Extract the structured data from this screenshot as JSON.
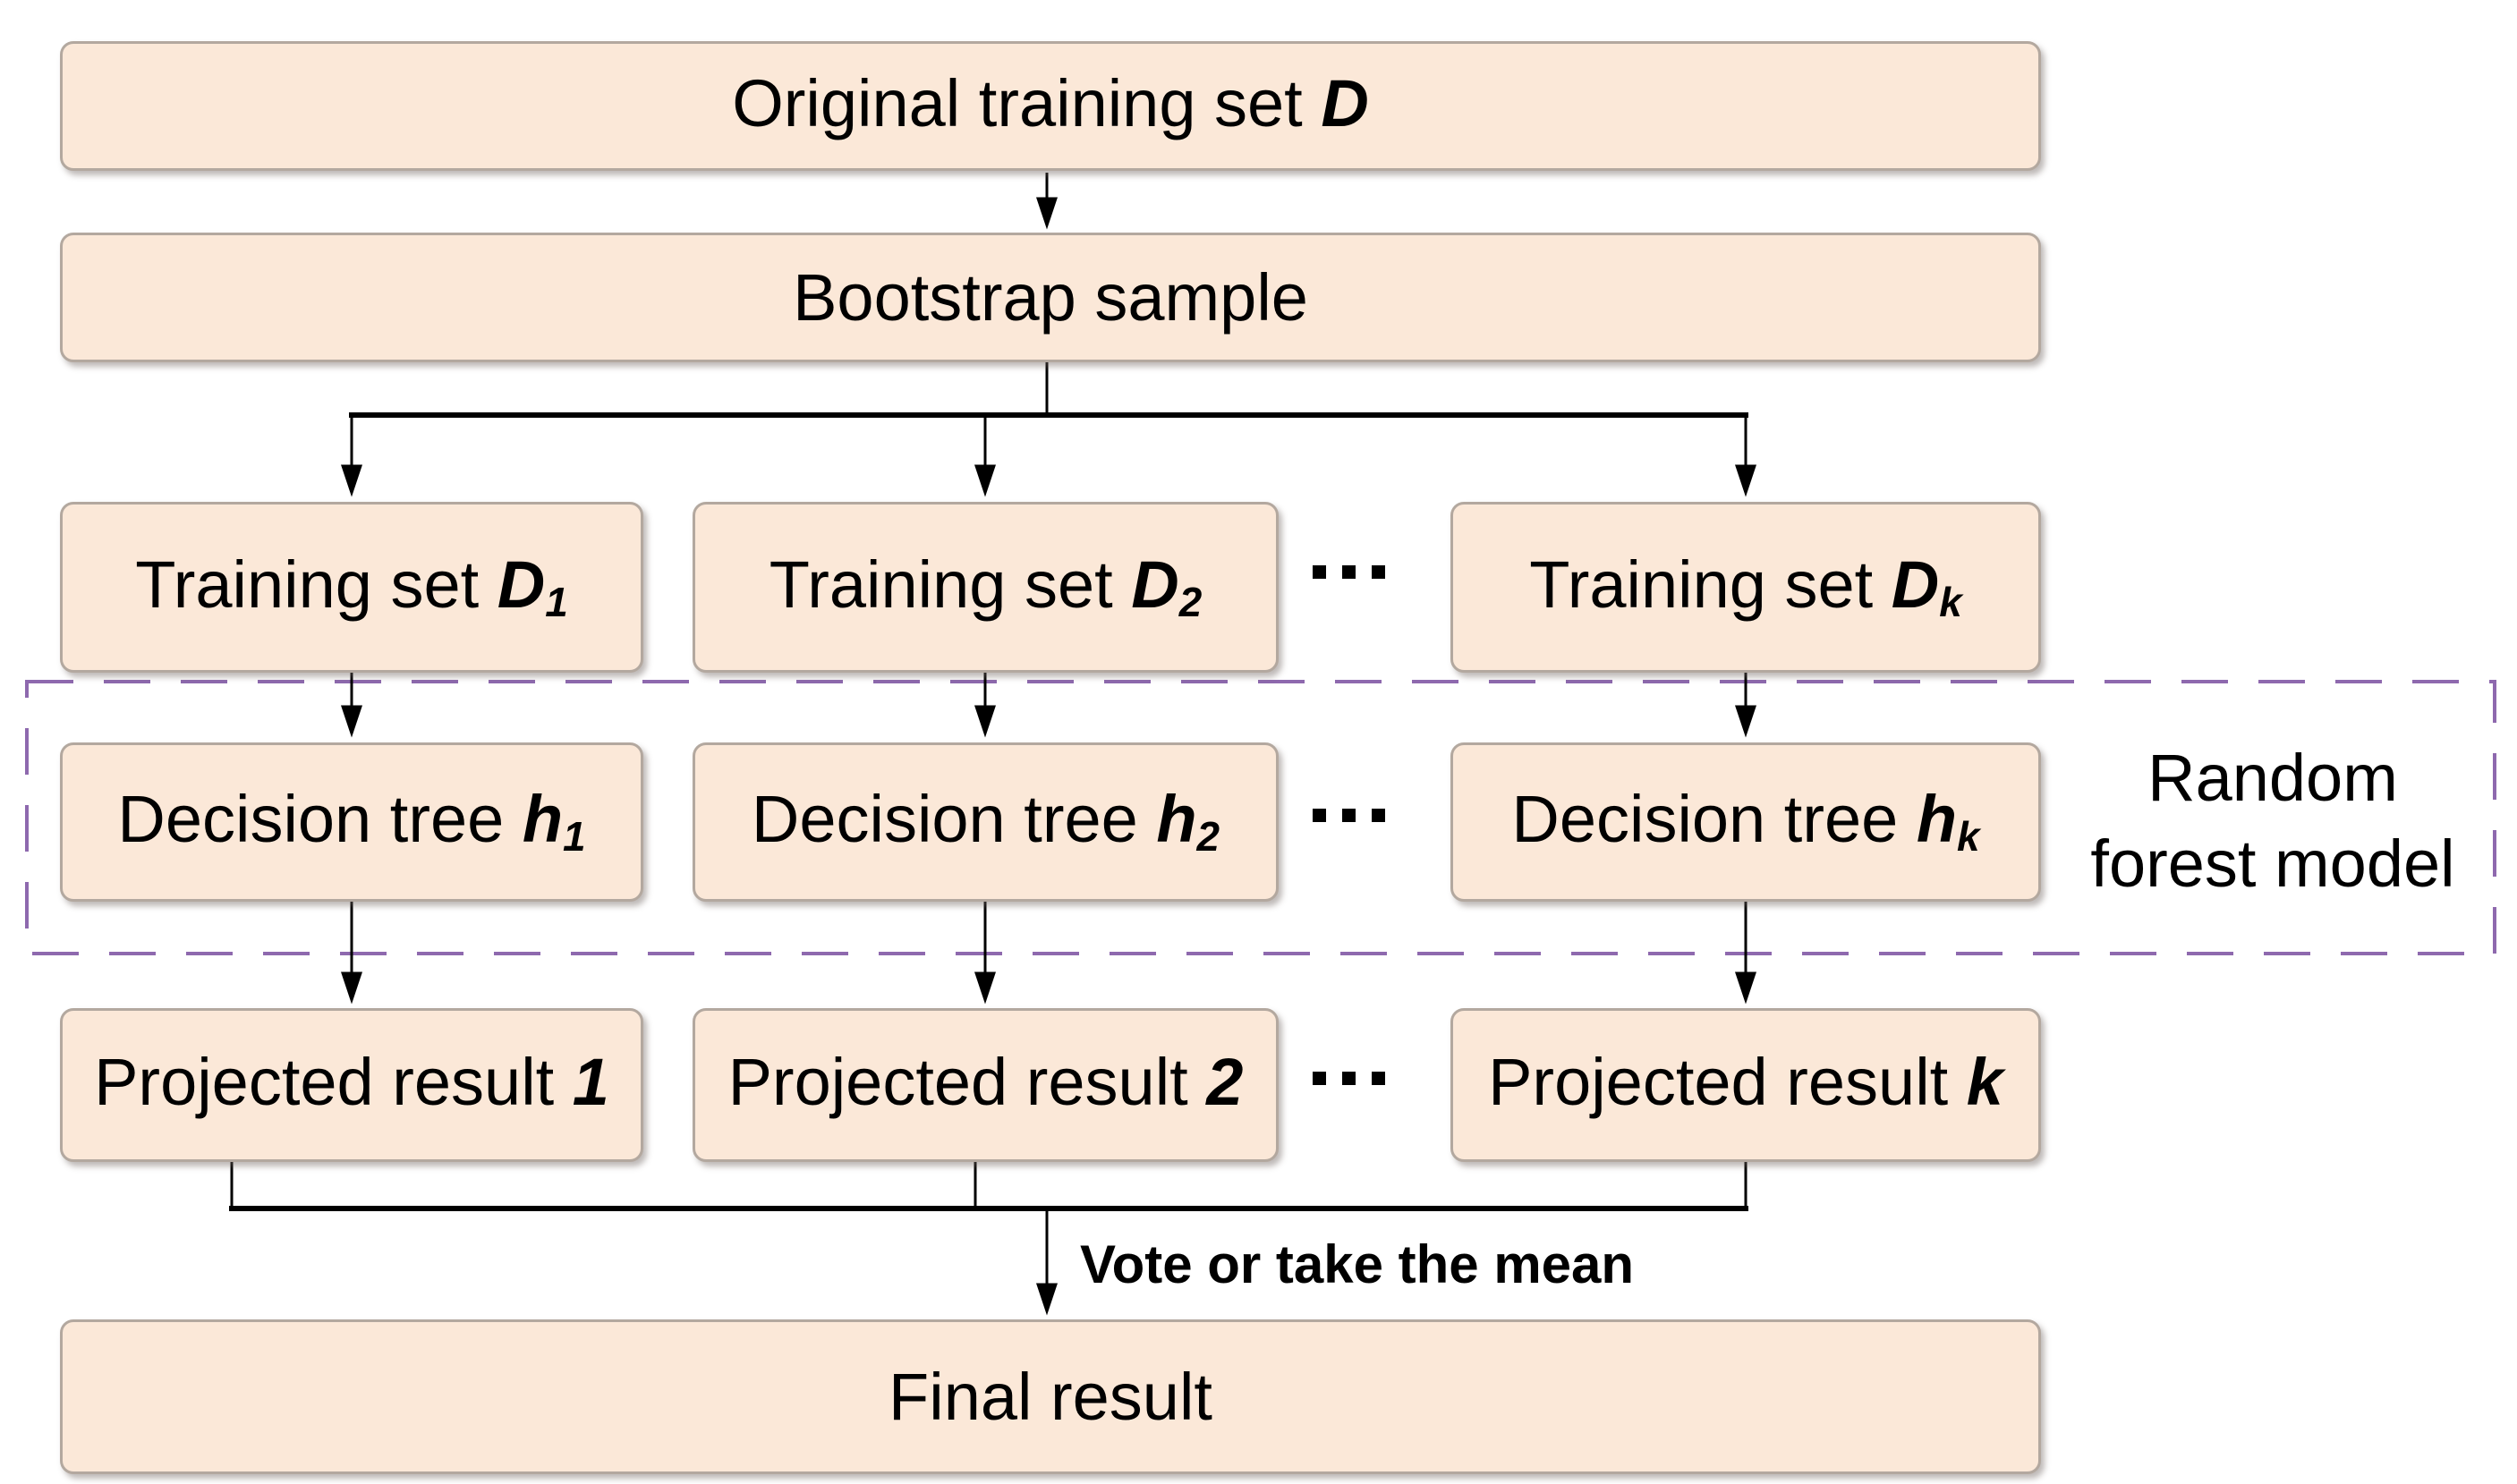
{
  "colors": {
    "background": "#FFFFFF",
    "box_fill": "#FBE8D8",
    "box_border": "#B3A89F",
    "dashed_border": "#8E69AE",
    "line": "#000000"
  },
  "rows": {
    "original": {
      "prefix": "Original training set ",
      "symbol": "D",
      "sub": ""
    },
    "bootstrap": {
      "prefix": "Bootstrap sample",
      "symbol": "",
      "sub": ""
    },
    "training": [
      {
        "prefix": "Training set ",
        "symbol": "D",
        "sub": "1"
      },
      {
        "prefix": "Training set ",
        "symbol": "D",
        "sub": "2"
      },
      {
        "prefix": "Training set ",
        "symbol": "D",
        "sub": "k"
      }
    ],
    "decision": [
      {
        "prefix": "Decision tree ",
        "symbol": "h",
        "sub": "1"
      },
      {
        "prefix": "Decision tree ",
        "symbol": "h",
        "sub": "2"
      },
      {
        "prefix": "Decision tree ",
        "symbol": "h",
        "sub": "k"
      }
    ],
    "projected": [
      {
        "prefix": "Projected result ",
        "symbol": "1",
        "sub": ""
      },
      {
        "prefix": "Projected result ",
        "symbol": "2",
        "sub": ""
      },
      {
        "prefix": "Projected result ",
        "symbol": "k",
        "sub": ""
      }
    ],
    "final": {
      "prefix": "Final result",
      "symbol": "",
      "sub": ""
    }
  },
  "labels": {
    "random_forest_line1": "Random",
    "random_forest_line2": "forest model",
    "vote": "Vote or take the mean",
    "ellipsis": "···"
  }
}
